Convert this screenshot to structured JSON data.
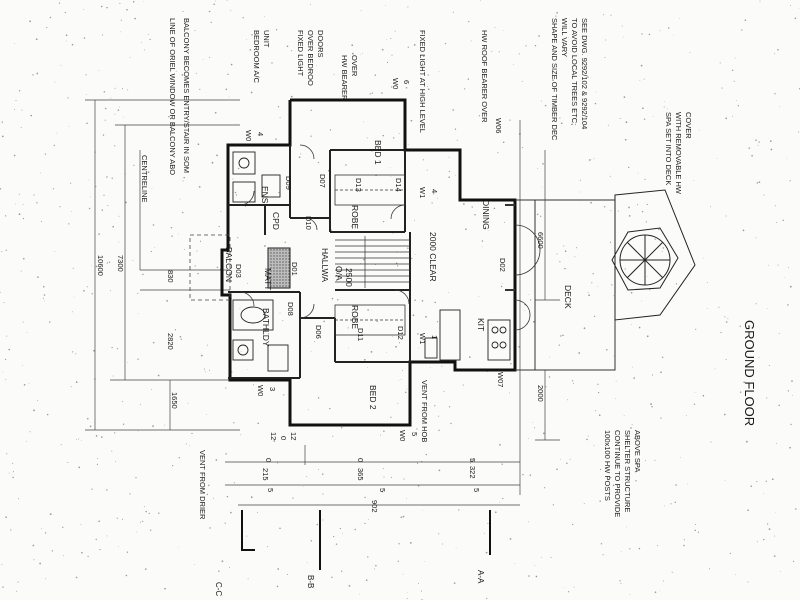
{
  "rooms": {
    "bed1": "BED 1",
    "bed2": "BED 2",
    "ens": "ENS",
    "robe_top": "ROBE",
    "robe_bottom": "ROBE",
    "halway": "HALLWA",
    "dining": "DINING",
    "kit": "KIT",
    "deck": "DECK",
    "bathldy": "BATHLDY",
    "balcon": "BALCON",
    "matt": "MATT",
    "cpd": "CPD",
    "clear": "2000 CLEAR",
    "oa": "O/A",
    "dim_2500": "2500"
  },
  "doors": {
    "d01": "D01",
    "d02": "D02",
    "d03": "D03",
    "d06": "D06",
    "d07": "D07",
    "d08": "D08",
    "d09": "D09",
    "d10": "D10",
    "d11": "D11",
    "d12": "D12",
    "d13": "D13",
    "d14": "D14"
  },
  "windows": {
    "w0_top": "W0",
    "w0_top_n": "4",
    "w0_bed1": "W0",
    "w0_bed1_n": "6",
    "w0_left": "W0",
    "w0_left_n": "3",
    "w0_bottom": "W0",
    "w0_bottom_n": "5",
    "w1_top": "W1",
    "w1_top_n": "4",
    "w1_mid": "W1",
    "w1_mid_n": "1",
    "w06": "W06",
    "w07": "W07"
  },
  "notes": {
    "oriel": "LINE OF ORIEL WINDOW OR BALCONY ABO",
    "balcony_entry": "BALCONY BECOMES ENTRY/STAIR IN SOM",
    "bedroom_ac_1": "BEDROOM A/C",
    "bedroom_ac_2": "UNIT",
    "fixed_light_1": "FIXED LIGHT",
    "fixed_light_2": "OVER BEDROO",
    "fixed_light_3": "DOORS",
    "hw_bearer_1": "HW BEARER",
    "hw_bearer_2": "OVER",
    "fixed_high": "FIXED LIGHT AT HIGH LEVEL",
    "hw_roof": "HW ROOF BEARER OVER",
    "timber_1": "SHAPE AND SIZE OF TIMBER DEC",
    "timber_2": "WILL VARY",
    "timber_3": "TO AVOID LOCAL TREES ETC;",
    "timber_4": "SEE DWG. 9292/102 & 9292/104",
    "spa_1": "SPA SET INTO DECK",
    "spa_2": "WITH REMOVABLE HW",
    "spa_3": "COVER",
    "posts_1": "100x100 HW POSTS",
    "posts_2": "CONTINUE TO PROVIDE",
    "posts_3": "SHELTER STRUCTURE",
    "posts_4": "ABOVE SPA",
    "vent_drier": "VENT FROM DRIER",
    "vent_hob": "VENT FROM HOB",
    "centreline": "CENTRELINE",
    "title": "GROUND FLOOR"
  },
  "dimensions": {
    "d10600": "10600",
    "d7300": "7300",
    "d830": "830",
    "d2820": "2820",
    "d1650": "1650",
    "d6600": "6600",
    "d2000": "2000",
    "d12a": "12",
    "d0": "0",
    "d12b": "12",
    "d215": "215",
    "d365": "365",
    "d322": "322",
    "d902": "902",
    "d5a": "5",
    "d0b": "0",
    "d0c": "0",
    "d5b": "5",
    "d5c": "5",
    "d5d": "5"
  },
  "sections": {
    "cc": "C-C",
    "bb": "B-B",
    "aa": "A-A"
  }
}
